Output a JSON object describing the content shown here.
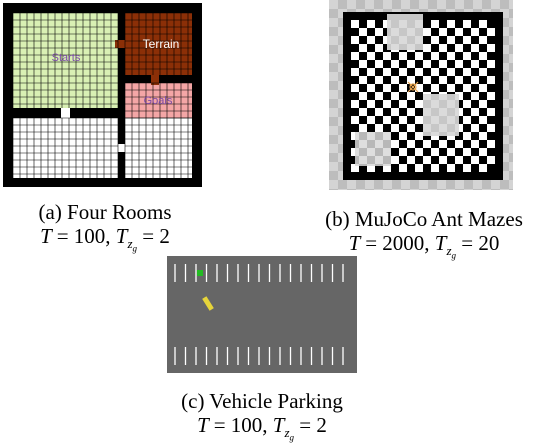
{
  "figures": [
    {
      "caption": "(a) Four Rooms",
      "params_T": "100",
      "params_Tz": "2",
      "labels": {
        "starts": "Starts",
        "terrain": "Terrain",
        "goals": "Goals"
      },
      "colors": {
        "wall": "#000000",
        "starts": "#d9f0b4",
        "terrain": "#8b2f07",
        "goals": "#f4a6a6",
        "label": "#7b4aa8",
        "terrain_label": "#ffffff",
        "grid": "#000000"
      }
    },
    {
      "caption": "(b) MuJoCo Ant Mazes",
      "params_T": "2000",
      "params_Tz": "20",
      "colors": {
        "wall": "#000000",
        "check_a": "#000000",
        "check_b": "#ffffff",
        "outer": "#bdbdbd",
        "ant": "#e8a550"
      }
    },
    {
      "caption": "(c) Vehicle Parking",
      "params_T": "100",
      "params_Tz": "2",
      "colors": {
        "lot": "#666666",
        "lines": "#ffffff",
        "goal": "#22bb22",
        "vehicle": "#e6d43a"
      }
    }
  ]
}
